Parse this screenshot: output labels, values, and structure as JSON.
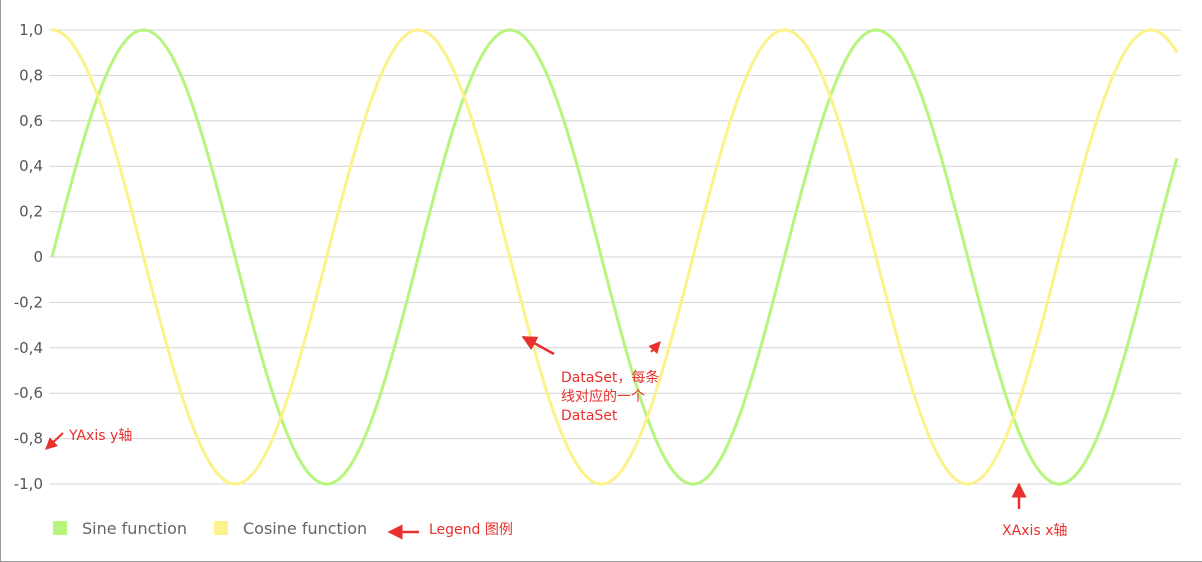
{
  "chart_data": {
    "type": "line",
    "x_range": [
      0,
      19.3
    ],
    "ylim": [
      -1.0,
      1.0
    ],
    "y_ticks": [
      1.0,
      0.8,
      0.6,
      0.4,
      0.2,
      0,
      -0.2,
      -0.4,
      -0.6,
      -0.8,
      -1.0
    ],
    "y_tick_labels": [
      "1,0",
      "0,8",
      "0,6",
      "0,4",
      "0,2",
      "0",
      "-0,2",
      "-0,4",
      "-0,6",
      "-0,8",
      "-1,0"
    ],
    "grid": true,
    "legend_placement": "bottom-left",
    "series": [
      {
        "name": "Sine function",
        "function": "sin",
        "color": "#b6f57e"
      },
      {
        "name": "Cosine function",
        "function": "cos",
        "color": "#fdf28a"
      }
    ]
  },
  "annotations": {
    "yaxis": "YAxis y轴",
    "dataset_lines": [
      "DataSet，每条",
      "线对应的一个",
      "DataSet"
    ],
    "legend": "Legend 图例",
    "xaxis": "XAxis x轴",
    "color": "#e8302d"
  }
}
